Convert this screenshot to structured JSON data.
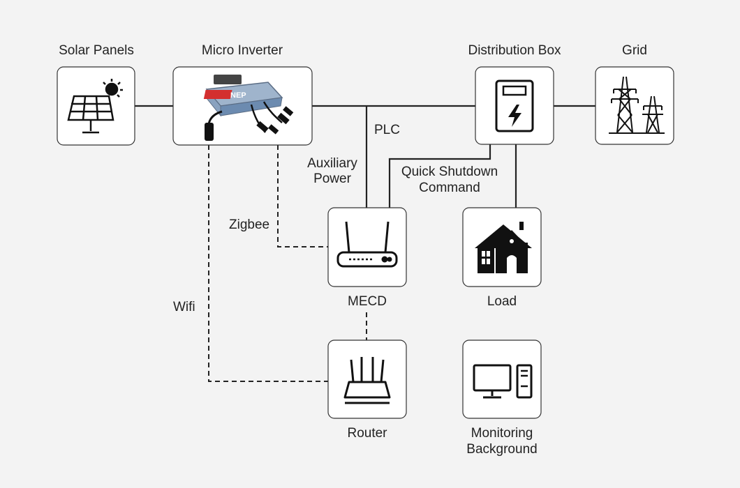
{
  "nodes": {
    "solar_panels": {
      "label": "Solar Panels",
      "icon": "solar-panel-icon"
    },
    "micro_inverter": {
      "label": "Micro Inverter",
      "icon": "micro-inverter-icon",
      "logo_text": "NEP"
    },
    "distribution_box": {
      "label": "Distribution Box",
      "icon": "distribution-box-icon"
    },
    "grid": {
      "label": "Grid",
      "icon": "transmission-tower-icon"
    },
    "mecd": {
      "label": "MECD",
      "icon": "router-device-icon"
    },
    "load": {
      "label": "Load",
      "icon": "house-icon"
    },
    "router": {
      "label": "Router",
      "icon": "wifi-router-icon"
    },
    "monitoring": {
      "label_line1": "Monitoring",
      "label_line2": "Background",
      "icon": "computer-icon"
    }
  },
  "edges": {
    "plc": "PLC",
    "auxiliary_power_line1": "Auxiliary",
    "auxiliary_power_line2": "Power",
    "quick_shutdown_line1": "Quick Shutdown",
    "quick_shutdown_line2": "Command",
    "zigbee": "Zigbee",
    "wifi": "Wifi"
  },
  "colors": {
    "background": "#f3f3f3",
    "box_fill": "#ffffff",
    "line": "#222222",
    "inverter_body": "#3a7bd5",
    "inverter_logo": "#d32f2f"
  }
}
